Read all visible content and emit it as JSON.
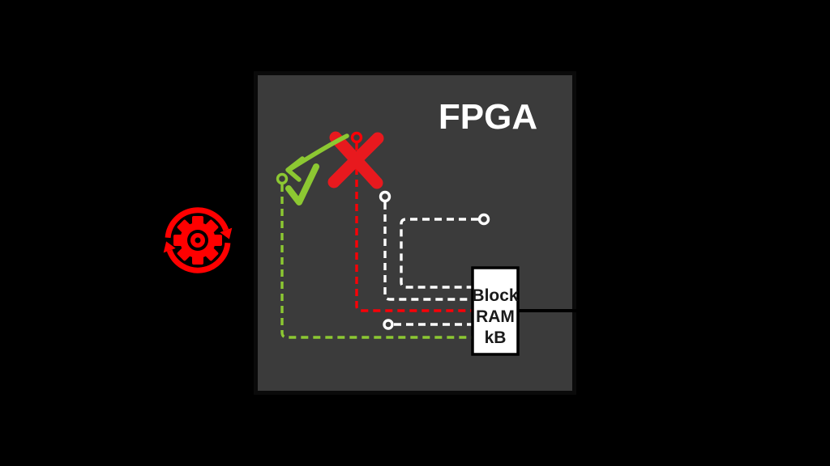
{
  "title": {
    "label": "FPGA"
  },
  "block_ram": {
    "lines": [
      "Block",
      "RAM",
      "kB"
    ]
  },
  "colors": {
    "background": "#000000",
    "fpga_fill": "#3b3b3b",
    "fpga_border": "#0a0a0a",
    "title_color": "#ffffff",
    "green": "#8cc832",
    "red": "#fb0007",
    "x_red": "#e8191e",
    "white": "#ffffff",
    "box_fill": "#ffffff",
    "box_border": "#000000",
    "box_text": "#1a1a1a",
    "black_link": "#000000",
    "icon_red": "#ff0000"
  },
  "icons": [
    {
      "name": "sync-gear-icon",
      "color": "#ff0000"
    },
    {
      "name": "x-mark-icon",
      "color": "#e8191e"
    },
    {
      "name": "check-mark-icon",
      "color": "#8cc832"
    },
    {
      "name": "redirect-arrow-icon",
      "color": "#8cc832"
    }
  ],
  "connections": [
    {
      "id": "green-dashed-connection",
      "color": "#8cc832",
      "style": "dashed",
      "endpoint": "circle",
      "target": "Block RAM kB",
      "marker": "check"
    },
    {
      "id": "red-dashed-connection",
      "color": "#fb0007",
      "style": "dashed",
      "endpoint": "circle",
      "target": "Block RAM kB",
      "marker": "x"
    },
    {
      "id": "white-dashed-connection-1",
      "color": "#ffffff",
      "style": "dashed",
      "endpoint": "circle",
      "target": "Block RAM kB",
      "marker": ""
    },
    {
      "id": "white-dashed-connection-2",
      "color": "#ffffff",
      "style": "dashed",
      "endpoint": "circle",
      "target": "Block RAM kB",
      "marker": ""
    },
    {
      "id": "white-dashed-connection-3",
      "color": "#ffffff",
      "style": "dashed",
      "endpoint": "circle",
      "target": "Block RAM kB",
      "marker": ""
    },
    {
      "id": "external-connection-line",
      "color": "#000000",
      "style": "solid",
      "endpoint": "none",
      "target": "FPGA edge",
      "marker": ""
    }
  ]
}
